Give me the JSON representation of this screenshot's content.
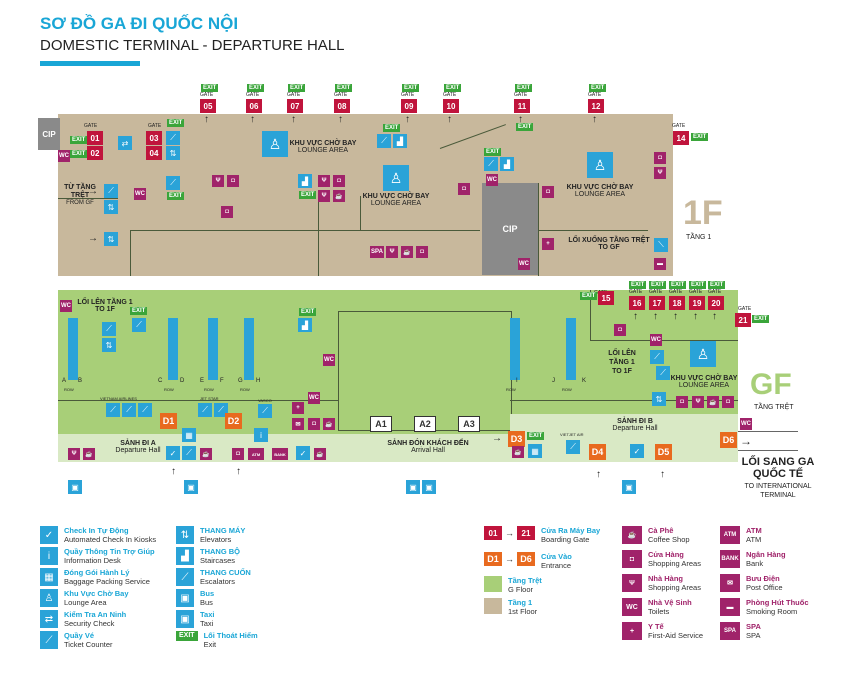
{
  "header": {
    "title_vn": "SƠ ĐỒ GA ĐI QUỐC NỘI",
    "title_en": "DOMESTIC TERMINAL - DEPARTURE HALL"
  },
  "colors": {
    "floor_1f": "#c8b89c",
    "floor_gf": "#a8cf78",
    "gate_red": "#c0143c",
    "entrance_orange": "#e86a1f",
    "service_blue": "#2aa3d8",
    "amenity_purple": "#a0236a",
    "exit_green": "#3aa53a",
    "cip_gray": "#8a8a8a"
  },
  "map": {
    "gate_label": "GATE",
    "exit_label": "EXIT",
    "cip": "CIP",
    "top_gates": [
      "05",
      "06",
      "07",
      "08",
      "09",
      "10",
      "11",
      "12"
    ],
    "left_gates": [
      "01",
      "02",
      "03",
      "04"
    ],
    "gate_14": "14",
    "gf_gates": [
      "15",
      "16",
      "17",
      "18",
      "19",
      "20"
    ],
    "gate_21": "21",
    "entrances": [
      "D1",
      "D2",
      "D3",
      "D4",
      "D5",
      "D6"
    ],
    "counters": [
      "A1",
      "A2",
      "A3"
    ],
    "floor_1f": {
      "big": "1F",
      "small": "TẦNG 1"
    },
    "floor_gf": {
      "big": "GF",
      "small": "TẦNG TRỆT"
    },
    "labels": {
      "lounge_vn": "KHU VỰC CHỜ BAY",
      "lounge_en": "LOUNGE AREA",
      "from_gf_vn": "TỪ TẦNG TRỆT",
      "from_gf_en": "FROM GF",
      "down_vn": "LỐI XUỐNG TẦNG TRỆT",
      "down_en": "TO GF",
      "up_left_vn": "LỐI LÊN TẦNG 1",
      "up_left_en": "TO 1F",
      "up_right_vn1": "LỐI LÊN",
      "up_right_vn2": "TẦNG 1",
      "up_right_en": "TO 1F",
      "hall_a_vn": "SẢNH ĐI A",
      "hall_a_en": "Departure Hall",
      "hall_b_vn": "SẢNH ĐI B",
      "hall_b_en": "Departure Hall",
      "arrival_vn": "SẢNH ĐÓN KHÁCH ĐẾN",
      "arrival_en": "Arrival Hall",
      "intl_vn1": "LỐI SANG GA",
      "intl_vn2": "QUỐC TẾ",
      "intl_en1": "TO INTERNATIONAL",
      "intl_en2": "TERMINAL",
      "row": "ROW",
      "vietnam_airlines": "VIETNAM AIRLINES",
      "jetstar": "JET STAR",
      "vasco": "VASCO",
      "vietjet": "VIETJET AIR"
    },
    "row_letters": [
      "A",
      "B",
      "C",
      "D",
      "E",
      "F",
      "G",
      "H",
      "I",
      "J",
      "K"
    ],
    "icons": {
      "wc": "WC",
      "atm": "ATM",
      "bank": "BANK",
      "spa": "SPA"
    }
  },
  "legend": {
    "col1": [
      {
        "vn": "Check In Tự Động",
        "en": "Automated Check In Kiosks",
        "icon": "checkmark-icon"
      },
      {
        "vn": "Quầy Thông Tin Trợ Giúp",
        "en": "Information Desk",
        "icon": "info-icon"
      },
      {
        "vn": "Đóng Gói Hành Lý",
        "en": "Baggage Packing Service",
        "icon": "baggage-icon"
      },
      {
        "vn": "Khu Vực Chờ Bay",
        "en": "Lounge Area",
        "icon": "seat-icon"
      },
      {
        "vn": "Kiểm Tra An Ninh",
        "en": "Security Check",
        "icon": "security-icon"
      },
      {
        "vn": "Quầy Vé",
        "en": "Ticket Counter",
        "icon": "ticket-icon"
      }
    ],
    "col2": [
      {
        "vn": "THANG MÁY",
        "en": "Elevators",
        "icon": "elevator-icon"
      },
      {
        "vn": "THANG BỘ",
        "en": "Staircases",
        "icon": "stairs-icon"
      },
      {
        "vn": "THANG CUỐN",
        "en": "Escalators",
        "icon": "escalator-icon"
      },
      {
        "vn": "Bus",
        "en": "Bus",
        "icon": "bus-icon"
      },
      {
        "vn": "Taxi",
        "en": "Taxi",
        "icon": "taxi-icon"
      },
      {
        "vn": "Lối Thoát Hiểm",
        "en": "Exit",
        "icon": "exit-icon",
        "badge": "EXIT"
      }
    ],
    "col3": [
      {
        "from": "01",
        "to": "21",
        "vn": "Cửa Ra Máy Bay",
        "en": "Boarding Gate"
      },
      {
        "from": "D1",
        "to": "D6",
        "vn": "Cửa Vào",
        "en": "Entrance"
      },
      {
        "vn": "Tầng Trệt",
        "en": "G Floor"
      },
      {
        "vn": "Tầng 1",
        "en": "1st Floor"
      }
    ],
    "col4": [
      {
        "vn": "Cà Phê",
        "en": "Coffee Shop",
        "icon": "coffee-icon"
      },
      {
        "vn": "Cửa Hàng",
        "en": "Shopping Areas",
        "icon": "gift-icon"
      },
      {
        "vn": "Nhà Hàng",
        "en": "Shopping Areas",
        "icon": "restaurant-icon"
      },
      {
        "vn": "Nhà Vệ Sinh",
        "en": "Toilets",
        "icon": "wc-icon",
        "badge": "WC"
      },
      {
        "vn": "Y Tế",
        "en": "First-Aid Service",
        "icon": "first-aid-icon"
      }
    ],
    "col5": [
      {
        "vn": "ATM",
        "en": "ATM",
        "badge": "ATM"
      },
      {
        "vn": "Ngân Hàng",
        "en": "Bank",
        "badge": "BANK"
      },
      {
        "vn": "Bưu Điện",
        "en": "Post Office",
        "icon": "mail-icon"
      },
      {
        "vn": "Phòng Hút Thuốc",
        "en": "Smoking Room",
        "icon": "smoking-icon"
      },
      {
        "vn": "SPA",
        "en": "SPA",
        "badge": "SPA"
      }
    ]
  }
}
